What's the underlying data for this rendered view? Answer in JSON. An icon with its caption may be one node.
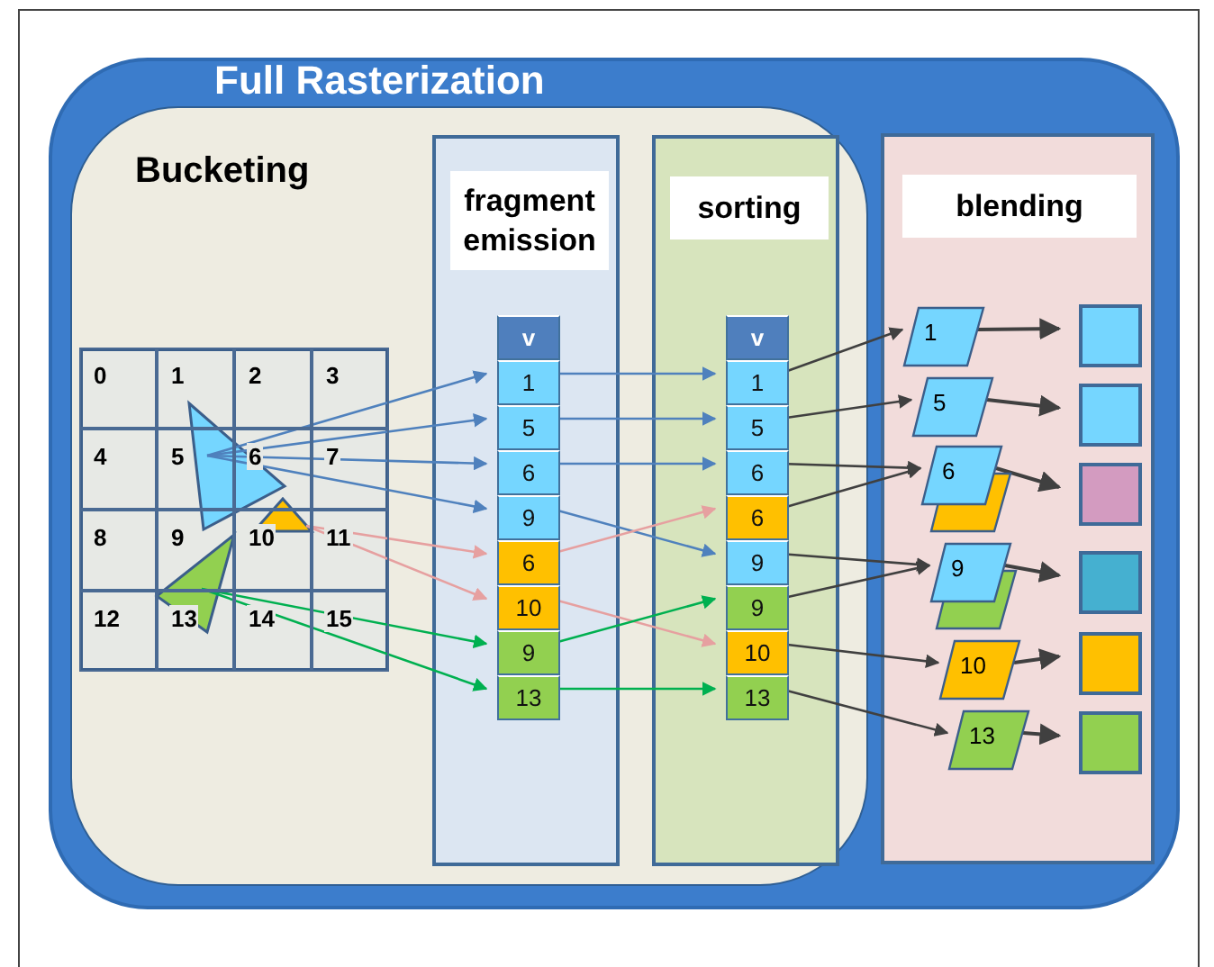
{
  "diagram": {
    "nodes": [
      {
        "text": [
          "Full Rasterization"
        ]
      },
      {
        "text": [
          "Bucketing"
        ],
        "in": 0
      },
      {
        "text": [
          "fragment emission"
        ],
        "in": 1
      },
      {
        "text": [
          "sorting"
        ],
        "in": 1
      },
      {
        "text": [
          "blending"
        ],
        "in": 0
      },
      {
        "text": [],
        "shape": "triangle",
        "in": 1
      },
      {
        "text": [],
        "shape": "triangle",
        "in": 1
      },
      {
        "text": [],
        "shape": "triangle",
        "in": 1
      },
      {
        "text": [
          "v"
        ],
        "in": 2
      },
      {
        "text": [
          "1"
        ],
        "in": 2
      },
      {
        "text": [
          "5"
        ],
        "in": 2
      },
      {
        "text": [
          "6"
        ],
        "in": 2
      },
      {
        "text": [
          "9"
        ],
        "in": 2
      },
      {
        "text": [
          "6"
        ],
        "in": 2
      },
      {
        "text": [
          "10"
        ],
        "in": 2
      },
      {
        "text": [
          "9"
        ],
        "in": 2
      },
      {
        "text": [
          "13"
        ],
        "in": 2
      },
      {
        "text": [
          "v"
        ],
        "in": 3
      },
      {
        "text": [
          "1"
        ],
        "in": 3
      },
      {
        "text": [
          "5"
        ],
        "in": 3
      },
      {
        "text": [
          "6"
        ],
        "in": 3
      },
      {
        "text": [
          "6"
        ],
        "in": 3
      },
      {
        "text": [
          "9"
        ],
        "in": 3
      },
      {
        "text": [
          "9"
        ],
        "in": 3
      },
      {
        "text": [
          "10"
        ],
        "in": 3
      },
      {
        "text": [
          "13"
        ],
        "in": 3
      },
      {
        "text": [
          "1"
        ],
        "in": 4
      },
      {
        "text": [
          "5"
        ],
        "in": 4
      },
      {
        "text": [
          "6"
        ],
        "in": 4
      },
      {
        "text": [],
        "shape": "parallelogram",
        "in": 4
      },
      {
        "text": [
          "9"
        ],
        "in": 4
      },
      {
        "text": [],
        "shape": "parallelogram",
        "in": 4
      },
      {
        "text": [
          "10"
        ],
        "in": 4
      },
      {
        "text": [
          "13"
        ],
        "in": 4
      },
      {
        "text": [],
        "shape": "box",
        "in": 4
      },
      {
        "text": [],
        "shape": "box",
        "in": 4
      },
      {
        "text": [],
        "shape": "box",
        "in": 4
      },
      {
        "text": [],
        "shape": "box",
        "in": 4
      },
      {
        "text": [],
        "shape": "box",
        "in": 4
      },
      {
        "text": [],
        "shape": "box",
        "in": 4
      }
    ],
    "edges": [
      {
        "from": 5,
        "to": 9,
        "arrow": "to",
        "color": "#4f81bd"
      },
      {
        "from": 5,
        "to": 10,
        "arrow": "to",
        "color": "#4f81bd"
      },
      {
        "from": 5,
        "to": 11,
        "arrow": "to",
        "color": "#4f81bd"
      },
      {
        "from": 5,
        "to": 12,
        "arrow": "to",
        "color": "#4f81bd"
      },
      {
        "from": 6,
        "to": 13,
        "arrow": "to",
        "color": "#e6a0a0"
      },
      {
        "from": 6,
        "to": 14,
        "arrow": "to",
        "color": "#e6a0a0"
      },
      {
        "from": 7,
        "to": 15,
        "arrow": "to",
        "color": "#00b050"
      },
      {
        "from": 7,
        "to": 16,
        "arrow": "to",
        "color": "#00b050"
      },
      {
        "from": 9,
        "to": 18,
        "arrow": "to",
        "color": "#4f81bd"
      },
      {
        "from": 10,
        "to": 19,
        "arrow": "to",
        "color": "#4f81bd"
      },
      {
        "from": 11,
        "to": 20,
        "arrow": "to",
        "color": "#4f81bd"
      },
      {
        "from": 12,
        "to": 22,
        "arrow": "to",
        "color": "#4f81bd"
      },
      {
        "from": 13,
        "to": 21,
        "arrow": "to",
        "color": "#e6a0a0"
      },
      {
        "from": 14,
        "to": 24,
        "arrow": "to",
        "color": "#e6a0a0"
      },
      {
        "from": 15,
        "to": 23,
        "arrow": "to",
        "color": "#00b050"
      },
      {
        "from": 16,
        "to": 25,
        "arrow": "to",
        "color": "#00b050"
      },
      {
        "from": 18,
        "to": 26,
        "arrow": "to"
      },
      {
        "from": 19,
        "to": 27,
        "arrow": "to"
      },
      {
        "from": 20,
        "to": 28,
        "arrow": "to"
      },
      {
        "from": 21,
        "to": 28,
        "arrow": "to"
      },
      {
        "from": 22,
        "to": 30,
        "arrow": "to"
      },
      {
        "from": 23,
        "to": 30,
        "arrow": "to"
      },
      {
        "from": 24,
        "to": 32,
        "arrow": "to"
      },
      {
        "from": 25,
        "to": 33,
        "arrow": "to"
      },
      {
        "from": 26,
        "to": 34,
        "arrow": "to"
      },
      {
        "from": 27,
        "to": 35,
        "arrow": "to"
      },
      {
        "from": 28,
        "to": 36,
        "arrow": "to"
      },
      {
        "from": 30,
        "to": 37,
        "arrow": "to"
      },
      {
        "from": 32,
        "to": 38,
        "arrow": "to"
      },
      {
        "from": 33,
        "to": 39,
        "arrow": "to"
      }
    ],
    "labels": [
      "0",
      "1",
      "2",
      "3",
      "4",
      "5",
      "6",
      "7",
      "8",
      "9",
      "10",
      "11",
      "12",
      "13",
      "14",
      "15"
    ]
  }
}
